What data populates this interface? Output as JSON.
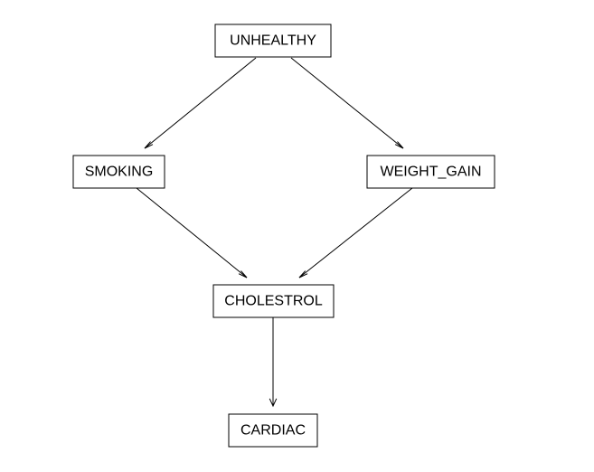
{
  "diagram": {
    "type": "directed-graph",
    "nodes": [
      {
        "id": "unhealthy",
        "label": "UNHEALTHY"
      },
      {
        "id": "smoking",
        "label": "SMOKING"
      },
      {
        "id": "weight_gain",
        "label": "WEIGHT_GAIN"
      },
      {
        "id": "cholestrol",
        "label": "CHOLESTROL"
      },
      {
        "id": "cardiac",
        "label": "CARDIAC"
      }
    ],
    "edges": [
      {
        "from": "unhealthy",
        "to": "smoking"
      },
      {
        "from": "unhealthy",
        "to": "weight_gain"
      },
      {
        "from": "smoking",
        "to": "cholestrol"
      },
      {
        "from": "weight_gain",
        "to": "cholestrol"
      },
      {
        "from": "cholestrol",
        "to": "cardiac"
      }
    ],
    "colors": {
      "background": "#ffffff",
      "stroke": "#000000",
      "text": "#000000"
    }
  }
}
